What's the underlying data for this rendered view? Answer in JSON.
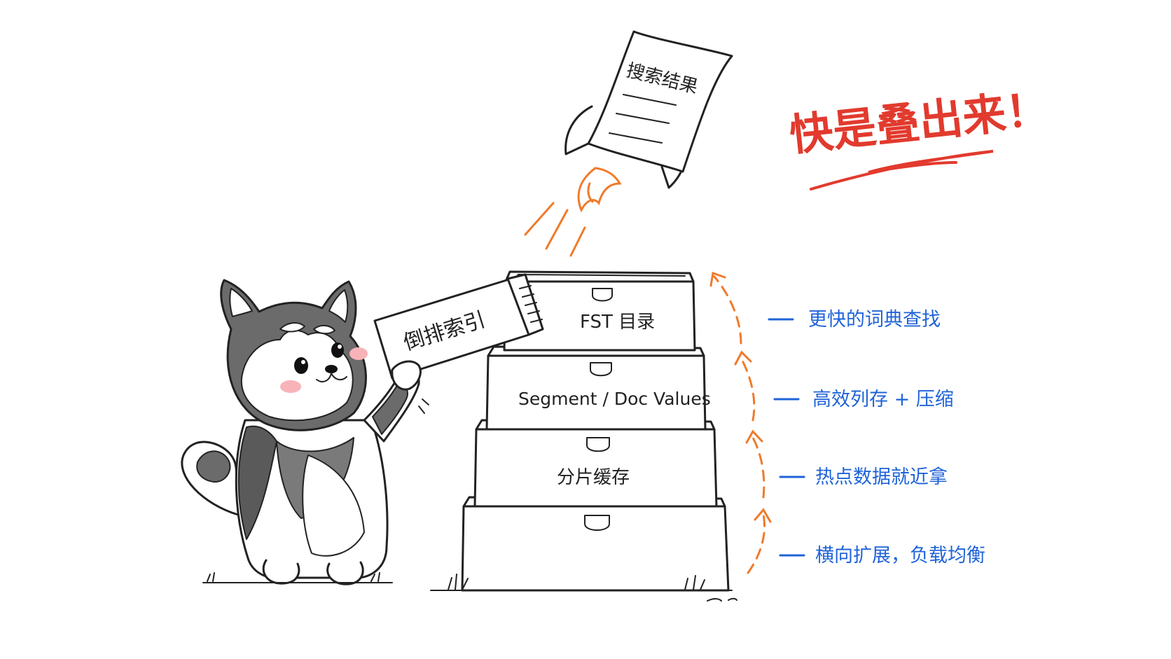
{
  "rocket": {
    "label": "搜索结果"
  },
  "slogan": {
    "text": "快是叠出来！"
  },
  "card": {
    "label": "倒排索引"
  },
  "layers": [
    {
      "label": "FST 目录",
      "note": "更快的词典查找"
    },
    {
      "label": "Segment / Doc Values",
      "note": "高效列存 + 压缩"
    },
    {
      "label": "分片缓存",
      "note": "热点数据就近拿"
    },
    {
      "label": "",
      "note": "横向扩展，负载均衡"
    }
  ],
  "colors": {
    "ink": "#222222",
    "accent_red": "#e23a2e",
    "accent_orange": "#f07a2a",
    "note_blue": "#1f63d9",
    "husky_dark": "#5a5a5a",
    "blush": "#f7b3b8"
  }
}
